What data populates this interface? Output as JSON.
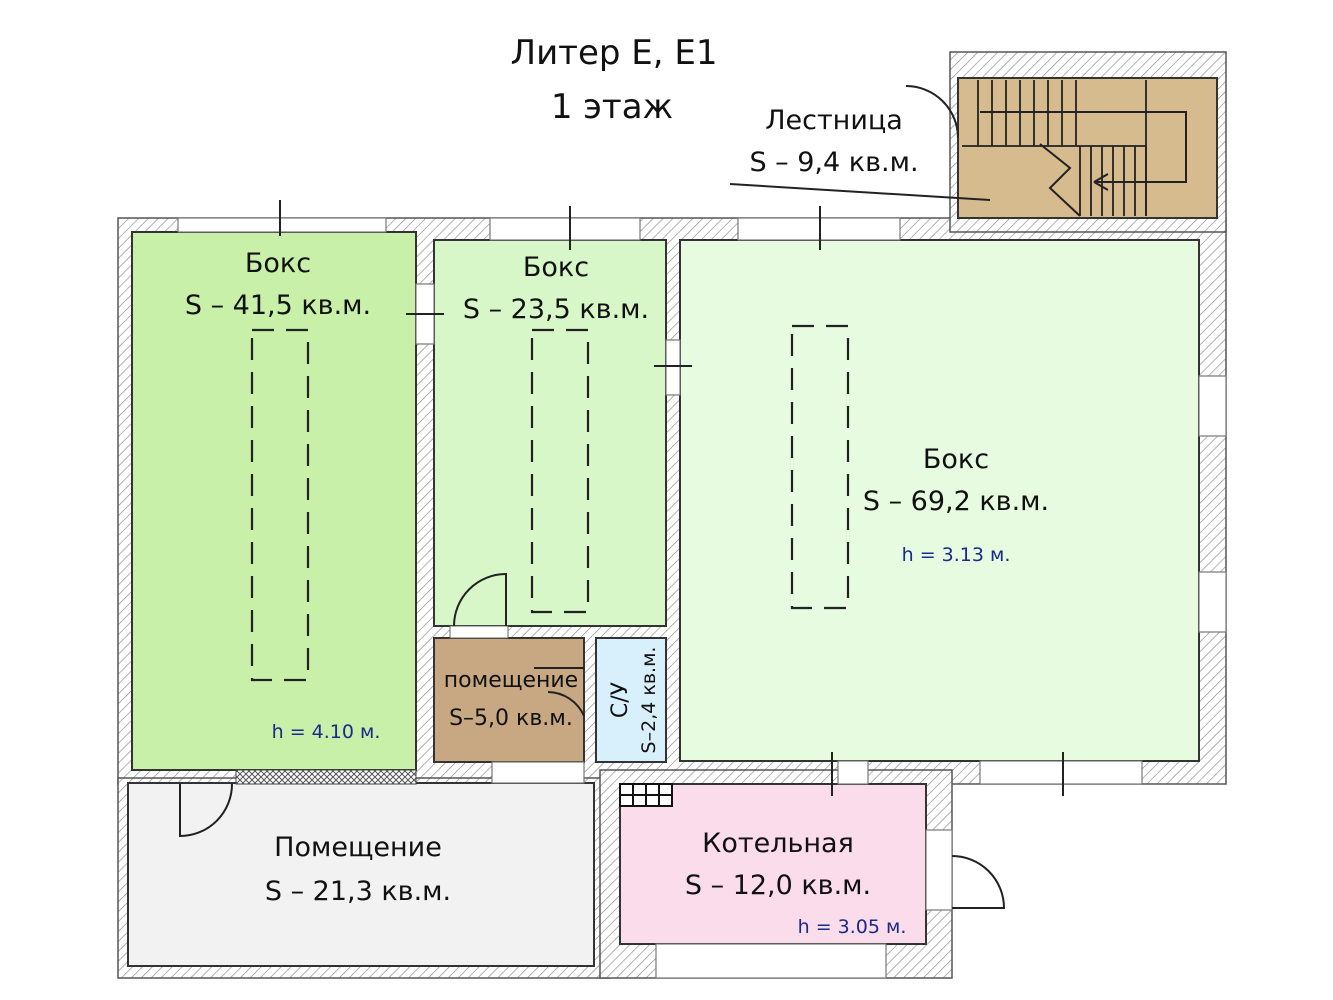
{
  "title": {
    "line1": "Литер Е, Е1",
    "line2": "1 этаж"
  },
  "colors": {
    "garage_large": "#c8f0a8",
    "garage_mid": "#d8f7c8",
    "garage_right": "#e6fbe0",
    "storage_brown": "#c8a883",
    "stairs": "#d6bb8e",
    "toilet": "#d8f0fb",
    "boiler": "#fbdcea",
    "room_gray": "#f2f2f2",
    "height_text": "#1a2a8a"
  },
  "rooms": {
    "box1": {
      "name": "Бокс",
      "area": "S – 41,5 кв.м.",
      "height": "h = 4.10 м."
    },
    "box2": {
      "name": "Бокс",
      "area": "S – 23,5 кв.м."
    },
    "box3": {
      "name": "Бокс",
      "area": "S – 69,2 кв.м.",
      "height": "h = 3.13 м."
    },
    "stairs": {
      "name": "Лестница",
      "area": "S – 9,4 кв.м."
    },
    "storage": {
      "name": "помещение",
      "area": "S–5,0 кв.м."
    },
    "toilet": {
      "name": "С/У",
      "area": "S–2,4 кв.м."
    },
    "room": {
      "name": "Помещение",
      "area": "S – 21,3 кв.м."
    },
    "boiler": {
      "name": "Котельная",
      "area": "S – 12,0 кв.м.",
      "height": "h = 3.05 м."
    }
  }
}
